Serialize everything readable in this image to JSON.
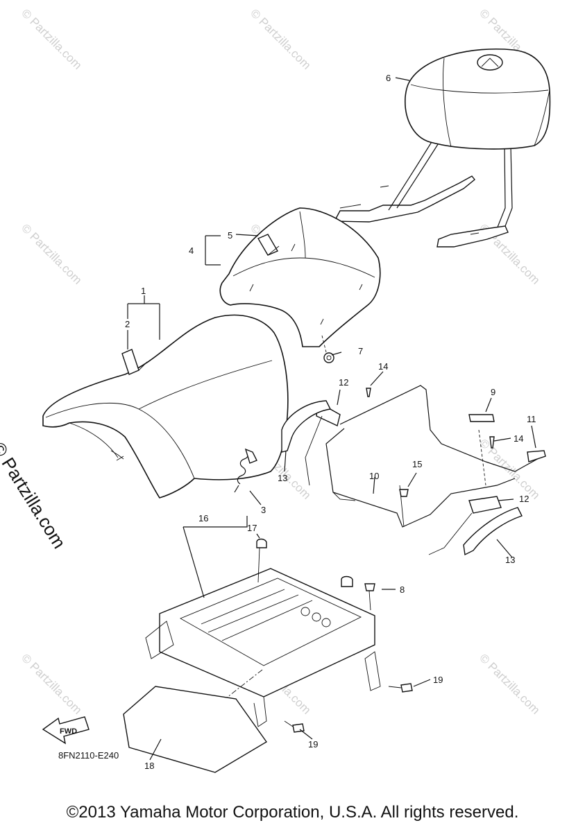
{
  "watermark": "© Partzilla.com",
  "brand_label": "© Partzilla.com",
  "diagram_code": "8FN2110-E240",
  "fwd_label": "FWD",
  "footer": "©2013 Yamaha Motor Corporation, U.S.A. All rights reserved.",
  "callouts": [
    {
      "id": "c1",
      "num": "1"
    },
    {
      "id": "c2",
      "num": "2"
    },
    {
      "id": "c3",
      "num": "3"
    },
    {
      "id": "c4",
      "num": "4"
    },
    {
      "id": "c5",
      "num": "5"
    },
    {
      "id": "c6",
      "num": "6"
    },
    {
      "id": "c7",
      "num": "7"
    },
    {
      "id": "c8",
      "num": "8"
    },
    {
      "id": "c9",
      "num": "9"
    },
    {
      "id": "c10",
      "num": "10"
    },
    {
      "id": "c11",
      "num": "11"
    },
    {
      "id": "c12a",
      "num": "12"
    },
    {
      "id": "c12b",
      "num": "12"
    },
    {
      "id": "c13a",
      "num": "13"
    },
    {
      "id": "c13b",
      "num": "13"
    },
    {
      "id": "c14a",
      "num": "14"
    },
    {
      "id": "c14b",
      "num": "14"
    },
    {
      "id": "c15",
      "num": "15"
    },
    {
      "id": "c16",
      "num": "16"
    },
    {
      "id": "c17",
      "num": "17"
    },
    {
      "id": "c18",
      "num": "18"
    },
    {
      "id": "c19a",
      "num": "19"
    },
    {
      "id": "c19b",
      "num": "19"
    }
  ]
}
